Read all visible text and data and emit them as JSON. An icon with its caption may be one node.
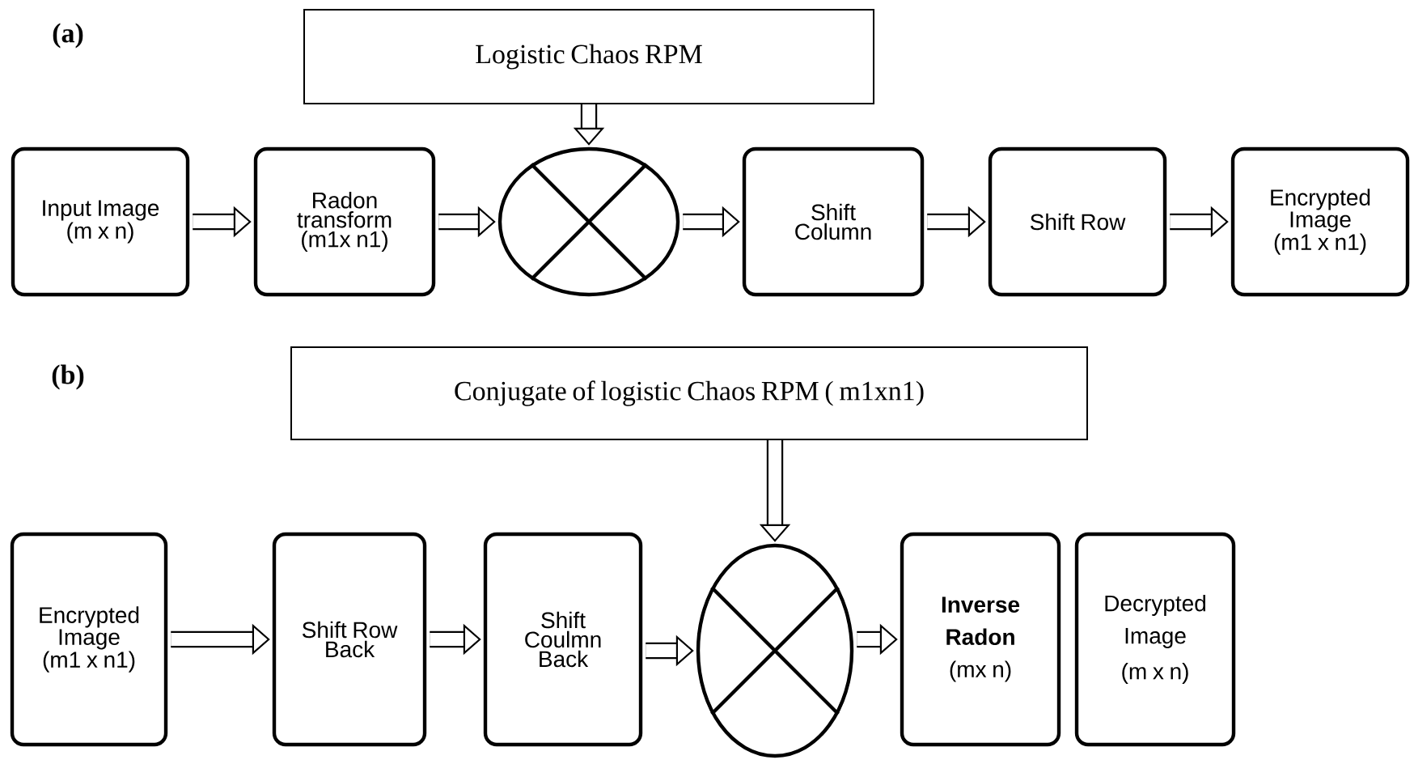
{
  "diagram": {
    "nodes": [
      {
        "text": [
          "Logistic Chaos RPM"
        ]
      },
      {
        "text": [
          "Input Image (m x n)"
        ]
      },
      {
        "text": [
          "Radon transform (m1x n1)"
        ]
      },
      {
        "text": [],
        "shape": "circle"
      },
      {
        "text": [
          "Shift Column"
        ]
      },
      {
        "text": [
          "Shift Row"
        ]
      },
      {
        "text": [
          "Encrypted Image (m1 x n1)"
        ]
      },
      {
        "text": [
          "Conjugate of  logistic  Chaos RPM ( m1xn1)"
        ]
      },
      {
        "text": [
          "Encrypted Image (m1 x n1)"
        ]
      },
      {
        "text": [
          "Shift  Row Back"
        ]
      },
      {
        "text": [
          "Shift Coulmn Back"
        ]
      },
      {
        "text": [],
        "shape": "circle"
      },
      {
        "text": [
          "Inverse Radon",
          "(mx n)"
        ]
      },
      {
        "text": [
          "Decrypted Image",
          "(m x n)"
        ]
      }
    ],
    "edges": [
      {
        "from": 0,
        "to": 3,
        "arrow": "to"
      },
      {
        "from": 1,
        "to": 2,
        "arrow": "to"
      },
      {
        "from": 2,
        "to": 3,
        "arrow": "to"
      },
      {
        "from": 3,
        "to": 4,
        "arrow": "to"
      },
      {
        "from": 4,
        "to": 5,
        "arrow": "to"
      },
      {
        "from": 5,
        "to": 6,
        "arrow": "to"
      },
      {
        "from": 7,
        "to": 11,
        "arrow": "to"
      },
      {
        "from": 8,
        "to": 9,
        "arrow": "to"
      },
      {
        "from": 9,
        "to": 10,
        "arrow": "to"
      },
      {
        "from": 10,
        "to": 11,
        "arrow": "to"
      },
      {
        "from": 11,
        "to": 12,
        "arrow": "to"
      }
    ],
    "labels": [
      "(a)",
      "(b)"
    ]
  }
}
